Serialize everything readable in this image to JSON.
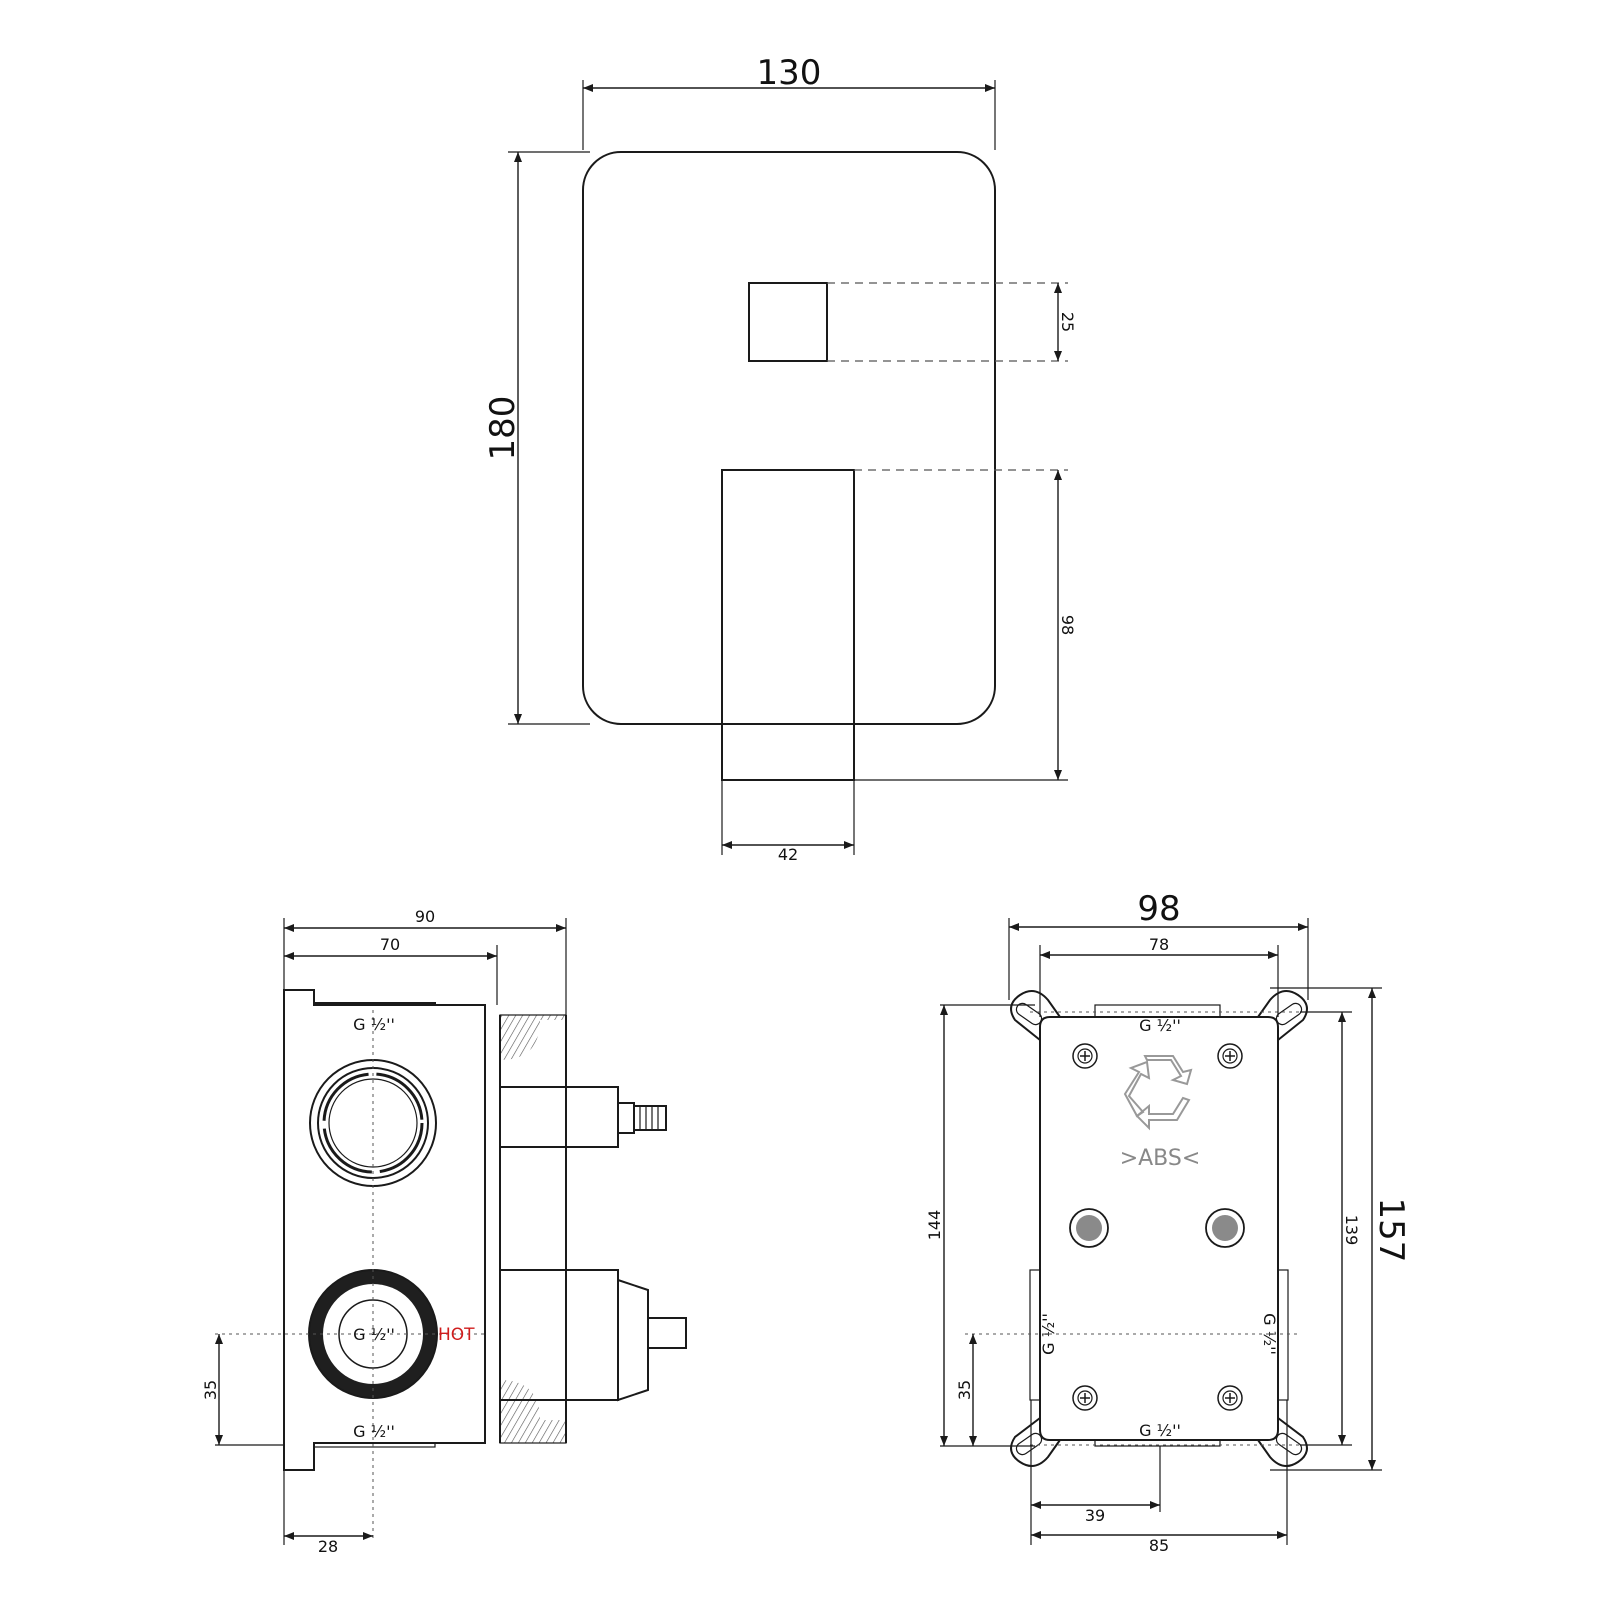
{
  "front_view": {
    "width": "130",
    "height": "180",
    "knob_size": "25",
    "lever_drop": "98",
    "lever_width": "42"
  },
  "side_view": {
    "depth_total": "90",
    "depth_body": "70",
    "offset_inlet": "28",
    "inlet_height": "35",
    "port_top": "G ½''",
    "port_side": "G ½''",
    "port_bottom": "G ½''",
    "hot_label": "HOT",
    "hot_color": "#d01c1c"
  },
  "back_view": {
    "width_outer": "98",
    "width_inner": "78",
    "height_outer": "157",
    "height_inner": "139",
    "height_left": "144",
    "inlet_height": "35",
    "offset_center": "39",
    "base_width": "85",
    "port_top": "G ½''",
    "port_bottom": "G ½''",
    "port_left": "G ½''",
    "port_right": "G ½''",
    "material": ">ABS<"
  }
}
